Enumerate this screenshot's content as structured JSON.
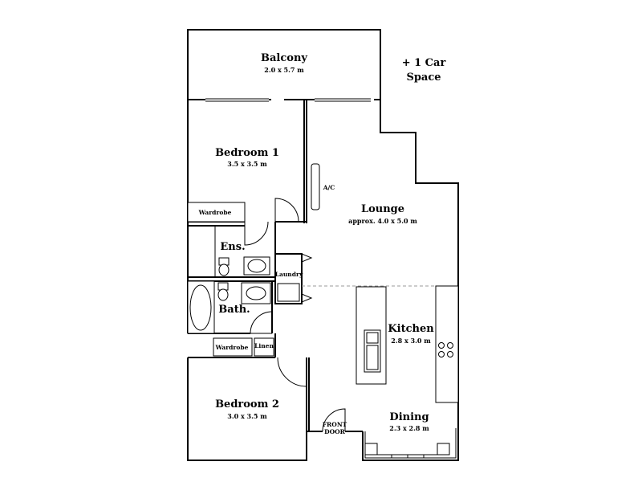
{
  "balcony": {
    "name": "Balcony",
    "dims": "2.0 x 5.7 m"
  },
  "car_space": {
    "line1": "+ 1 Car",
    "line2": "Space"
  },
  "bedroom1": {
    "name": "Bedroom 1",
    "dims": "3.5 x 3.5 m",
    "wardrobe": "Wardrobe"
  },
  "ac": {
    "label": "A/C"
  },
  "lounge": {
    "name": "Lounge",
    "dims": "approx. 4.0 x 5.0 m"
  },
  "ensuite": {
    "name": "Ens."
  },
  "laundry": {
    "label": "Laundry"
  },
  "bathroom": {
    "name": "Bath."
  },
  "kitchen": {
    "name": "Kitchen",
    "dims": "2.8 x 3.0 m"
  },
  "storage": {
    "wardrobe": "Wardrobe",
    "linen": "Linen"
  },
  "bedroom2": {
    "name": "Bedroom 2",
    "dims": "3.0 x 3.5 m"
  },
  "front_door": {
    "line1": "FRONT",
    "line2": "DOOR"
  },
  "dining": {
    "name": "Dining",
    "dims": "2.3 x 2.8 m"
  }
}
